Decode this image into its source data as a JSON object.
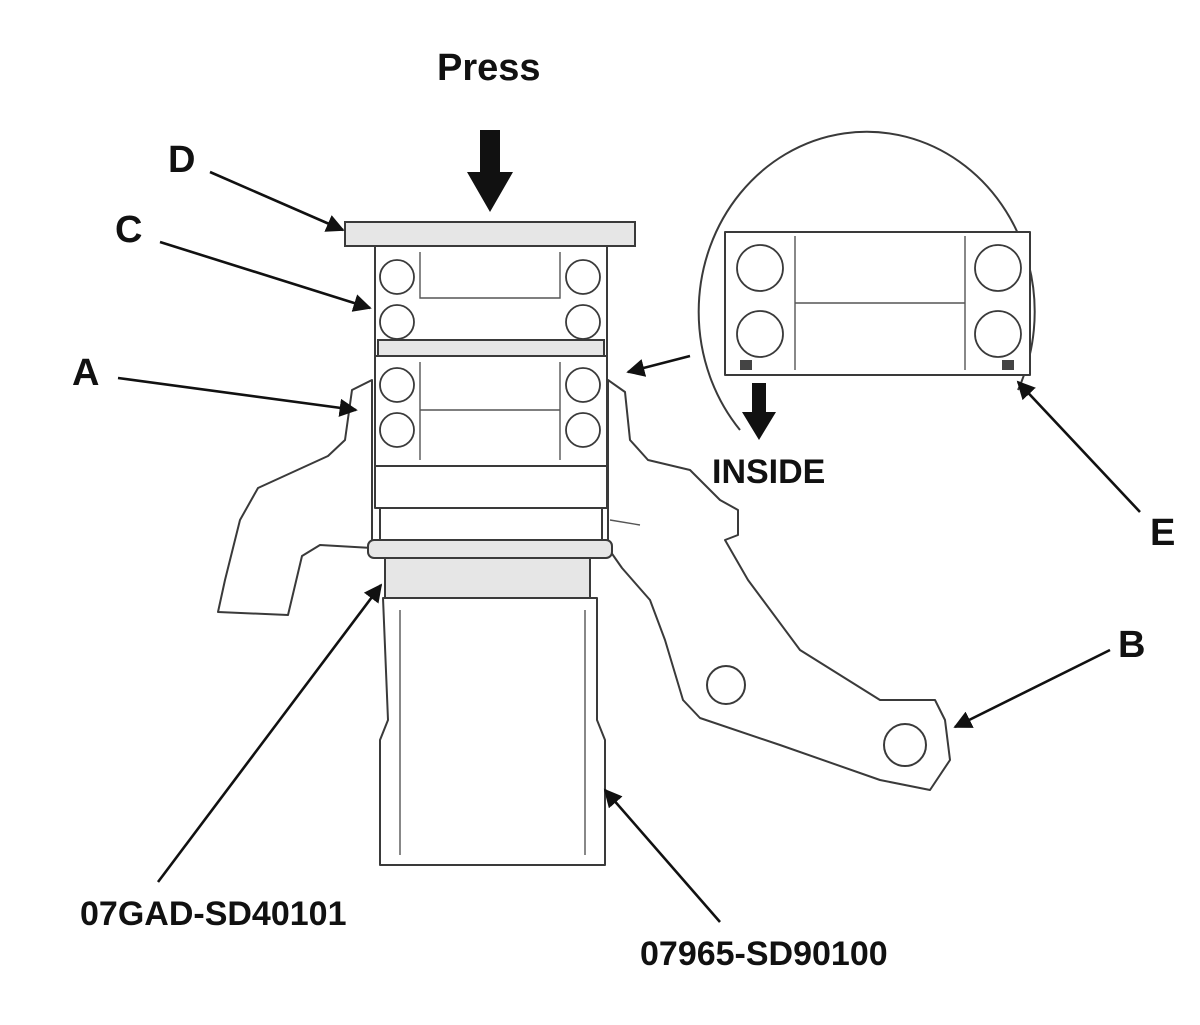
{
  "labels": {
    "press": "Press",
    "a": "A",
    "b": "B",
    "c": "C",
    "d": "D",
    "e": "E",
    "inside": "INSIDE",
    "tool_left": "07GAD-SD40101",
    "tool_right": "07965-SD90100"
  }
}
